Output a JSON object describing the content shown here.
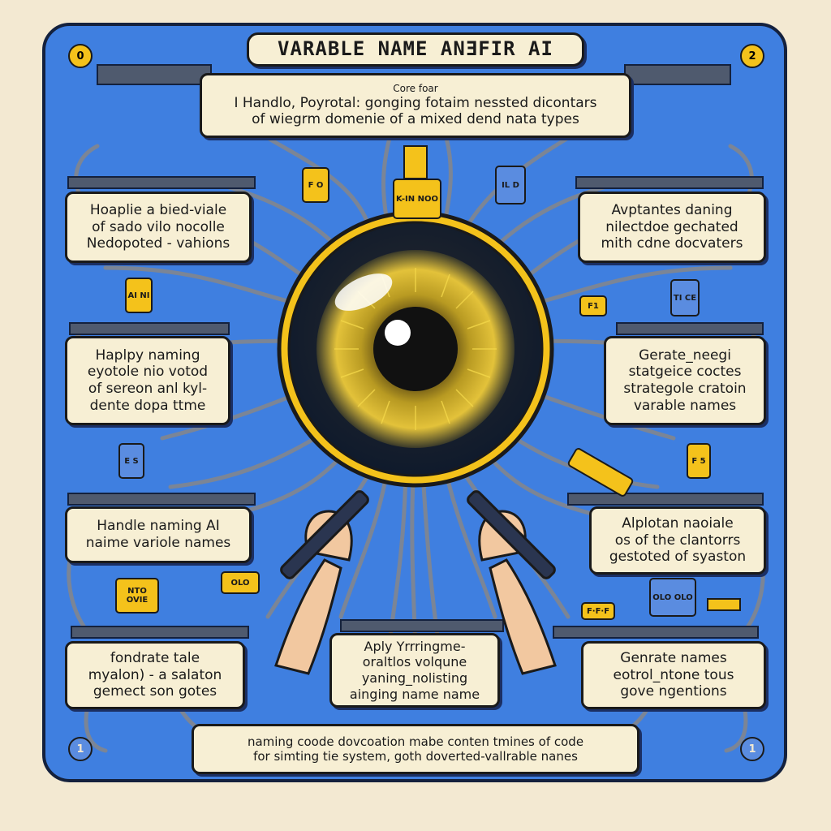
{
  "title": "VARABLE NAME ANƎFIR AI",
  "core": {
    "label": "Core foar",
    "line1": "I Handlo, Poyrotal: gonging fotaim  nessted dicontars",
    "line2": "of  wiegrm domenie of a mixed dend nata types"
  },
  "boxes": {
    "left_top": [
      "Hoaplie a bied-viale",
      "of sado vilo nocolle",
      "Nedopoted - vahions"
    ],
    "right_top": [
      "Avptantes daning",
      "nilectdoe gechated",
      "mith cdne docvaters"
    ],
    "left_mid": [
      "Haplpy naming",
      "eyotole nio votod",
      "of sereon anl kyl-",
      "dente dopa ttme"
    ],
    "right_mid": [
      "Gerate_neegi",
      "statgeice coctes",
      "strategole cratoin",
      "varable names"
    ],
    "left_lower": [
      "Handle naming AI",
      "naime variole names"
    ],
    "right_lower": [
      "Alplotan naoiale",
      "os of the clantorrs",
      "gestoted of syaston"
    ],
    "left_bottom": [
      "fondrate tale",
      "myalon) - a salaton",
      "gemect son gotes"
    ],
    "center_bottom": [
      "Aply Yrrringme-",
      "oraltlos volqune",
      "yaning_nolisting",
      "ainging name name"
    ],
    "right_bottom": [
      "Genrate names",
      "eotrol_ntone tous",
      "gove ngentions"
    ],
    "footer": [
      "naming coode dovcoation mabe conten tmines of code",
      "for simting tie system,  goth doverted-vallrable nanes"
    ]
  },
  "tags": {
    "t1": "F O",
    "t2": "K-IN NOO",
    "t3": "IL D",
    "t4": "AI NI",
    "t5": "TI CE",
    "t6": "F1",
    "t7": "E S",
    "t8": "F 5",
    "t9": "NTO OVIE",
    "t10": "OLO",
    "t11": "OLO OLO",
    "t12": "F·F·F"
  },
  "corners": {
    "tl": "0",
    "tr": "2",
    "bl": "1",
    "br": "1"
  },
  "colors": {
    "panel": "#3f7fe0",
    "background": "#f3e9d2",
    "box_fill": "#f7efd4",
    "tag_yellow": "#f4c21b",
    "iris": "#e3c23a",
    "pupil": "#111111",
    "outline": "#14213d"
  },
  "icons": [
    "eye-icon",
    "hand-icon",
    "pen-icon",
    "wire-icon",
    "plug-icon"
  ]
}
